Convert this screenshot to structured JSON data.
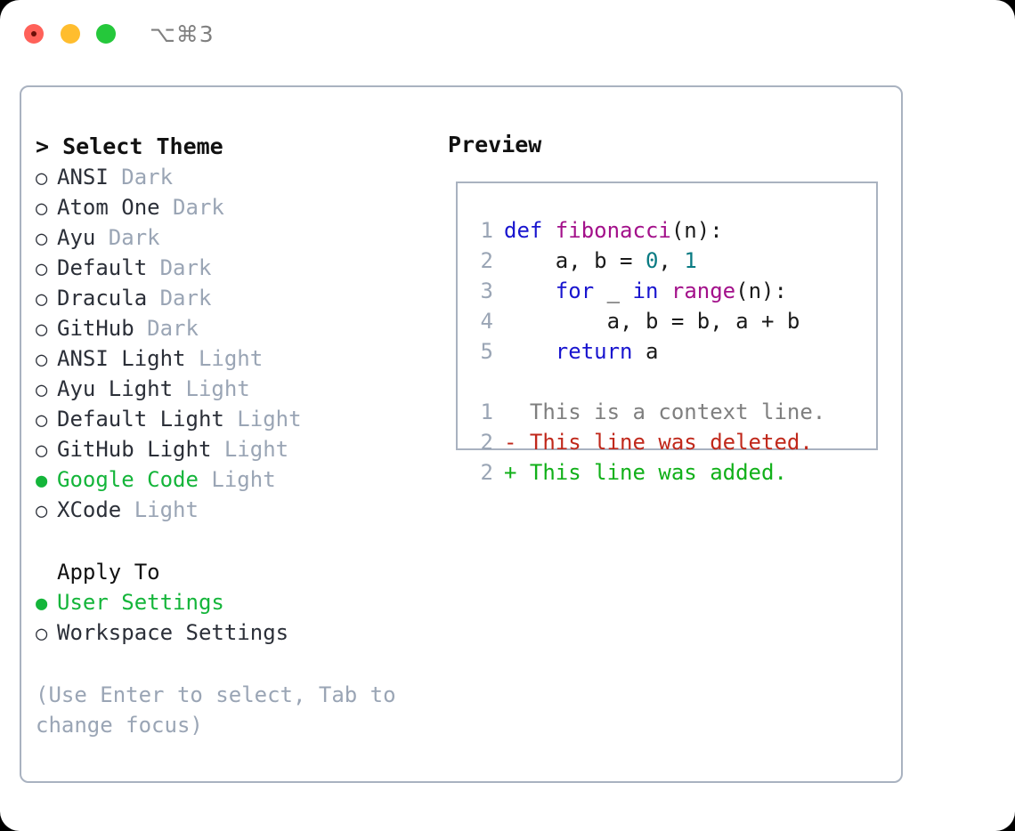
{
  "titlebar": {
    "shortcut": "⌥⌘3",
    "controls": [
      "close",
      "minimize",
      "maximize"
    ]
  },
  "theme_selector": {
    "heading": "> Select Theme",
    "items": [
      {
        "marker": "○",
        "name": "ANSI",
        "badge": "Dark",
        "selected": false
      },
      {
        "marker": "○",
        "name": "Atom One",
        "badge": "Dark",
        "selected": false
      },
      {
        "marker": "○",
        "name": "Ayu",
        "badge": "Dark",
        "selected": false
      },
      {
        "marker": "○",
        "name": "Default",
        "badge": "Dark",
        "selected": false
      },
      {
        "marker": "○",
        "name": "Dracula",
        "badge": "Dark",
        "selected": false
      },
      {
        "marker": "○",
        "name": "GitHub",
        "badge": "Dark",
        "selected": false
      },
      {
        "marker": "○",
        "name": "ANSI Light",
        "badge": "Light",
        "selected": false
      },
      {
        "marker": "○",
        "name": "Ayu Light",
        "badge": "Light",
        "selected": false
      },
      {
        "marker": "○",
        "name": "Default Light",
        "badge": "Light",
        "selected": false
      },
      {
        "marker": "○",
        "name": "GitHub Light",
        "badge": "Light",
        "selected": false
      },
      {
        "marker": "●",
        "name": "Google Code",
        "badge": "Light",
        "selected": true
      },
      {
        "marker": "○",
        "name": "XCode",
        "badge": "Light",
        "selected": false
      }
    ]
  },
  "apply_to": {
    "heading": "Apply To",
    "items": [
      {
        "marker": "●",
        "name": "User Settings",
        "selected": true
      },
      {
        "marker": "○",
        "name": "Workspace Settings",
        "selected": false
      }
    ]
  },
  "hint": "(Use Enter to select, Tab to change focus)",
  "preview": {
    "title": "Preview",
    "code_lines": [
      {
        "number": "1",
        "tokens": [
          {
            "t": "def ",
            "c": "kw"
          },
          {
            "t": "fibonacci",
            "c": "fn"
          },
          {
            "t": "(n):",
            "c": "plain"
          }
        ]
      },
      {
        "number": "2",
        "tokens": [
          {
            "t": "    a, b = ",
            "c": "plain"
          },
          {
            "t": "0",
            "c": "num"
          },
          {
            "t": ", ",
            "c": "plain"
          },
          {
            "t": "1",
            "c": "num"
          }
        ]
      },
      {
        "number": "3",
        "tokens": [
          {
            "t": "    ",
            "c": "plain"
          },
          {
            "t": "for",
            "c": "kw"
          },
          {
            "t": " _ ",
            "c": "plain"
          },
          {
            "t": "in",
            "c": "kw"
          },
          {
            "t": " ",
            "c": "plain"
          },
          {
            "t": "range",
            "c": "fn"
          },
          {
            "t": "(n):",
            "c": "plain"
          }
        ]
      },
      {
        "number": "4",
        "tokens": [
          {
            "t": "        a, b = b, a + b",
            "c": "plain"
          }
        ]
      },
      {
        "number": "5",
        "tokens": [
          {
            "t": "    ",
            "c": "plain"
          },
          {
            "t": "return",
            "c": "kw"
          },
          {
            "t": " a",
            "c": "plain"
          }
        ]
      }
    ],
    "diff_lines": [
      {
        "number": "1",
        "sign": " ",
        "text": " This is a context line.",
        "kind": "diff-ctx"
      },
      {
        "number": "2",
        "sign": "-",
        "text": " This line was deleted.",
        "kind": "diff-del"
      },
      {
        "number": "2",
        "sign": "+",
        "text": " This line was added.",
        "kind": "diff-add"
      }
    ]
  },
  "colors": {
    "accent_green": "#14b53a",
    "muted": "#9aa5b5",
    "border": "#a9b2c0",
    "keyword": "#1915cf",
    "function": "#a3108a",
    "number": "#0a7b83",
    "diff_delete": "#c0281b",
    "diff_add": "#11b019"
  }
}
